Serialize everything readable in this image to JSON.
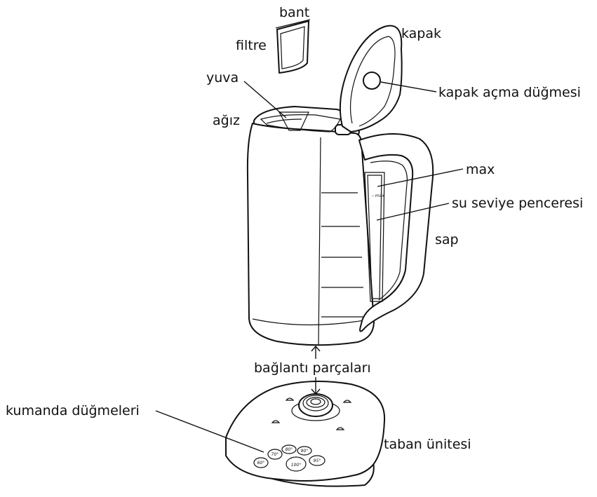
{
  "labels": {
    "bant": "bant",
    "filtre": "filtre",
    "kapak": "kapak",
    "yuva": "yuva",
    "kapak_acma": "kapak açma düğmesi",
    "agiz": "ağız",
    "max": "max",
    "su_seviye": "su seviye penceresi",
    "sap": "sap",
    "baglanti": "bağlantı parçaları",
    "kumanda": "kumanda düğmeleri",
    "taban": "taban ünitesi"
  },
  "gauge_mark": "– max",
  "buttons": {
    "b60": "60°",
    "b70": "70°",
    "b80": "80°",
    "b90": "90°",
    "b95": "95°",
    "b100": "100°"
  }
}
